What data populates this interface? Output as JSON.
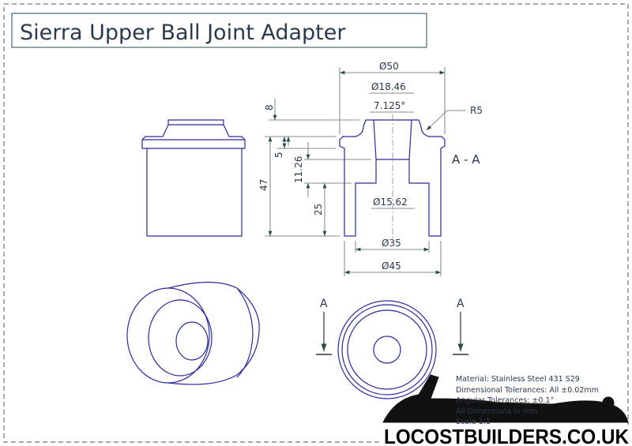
{
  "title": "Sierra Upper Ball Joint Adapter",
  "section_label": "A - A",
  "section_markers": [
    "A",
    "A"
  ],
  "dimensions": {
    "d50": "Ø50",
    "d18_46": "Ø18.46",
    "angle": "7.125°",
    "r5": "R5",
    "h8": "8",
    "h5": "5",
    "h11_26": "11.26",
    "h47": "47",
    "h25": "25",
    "d15_62": "Ø15.62",
    "d35": "Ø35",
    "d45": "Ø45"
  },
  "notes": [
    "Material: Stainless Steel 431 S29",
    "Dimensional Tolerances: All ±0.02mm",
    "Angular Tolerances: ±0.1°",
    "All Dimensions in mm",
    "Scale 1:1"
  ],
  "logo_text": "LOCOSTBUILDERS.CO.UK",
  "colors": {
    "part": "#2a2aa0",
    "dimension": "#5a6a6a"
  }
}
